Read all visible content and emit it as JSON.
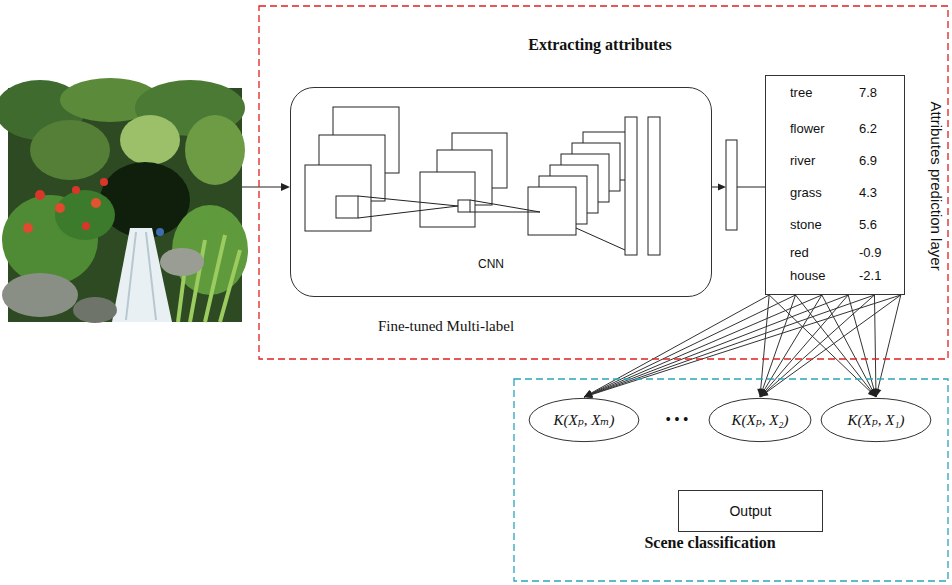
{
  "diagram": {
    "nodes": [
      {
        "text": [
          "Extracting attributes"
        ]
      },
      {
        "text": [
          "CNN",
          "Fine-tuned Multi-label"
        ],
        "in": 0
      },
      {
        "text": [
          "tree",
          "7.8",
          "flower",
          "6.2",
          "river",
          "6.9",
          "grass",
          "4.3",
          "stone",
          "5.6",
          "red",
          "-0.9",
          "house",
          "-2.1",
          "Attributes prediction layer"
        ],
        "in": 0
      },
      {
        "text": [
          "Scene classification"
        ]
      },
      {
        "text": [
          "K(Xₚ, Xₘ)"
        ],
        "in": 3
      },
      {
        "text": [
          "K(Xₚ, X₂)"
        ],
        "in": 3
      },
      {
        "text": [
          "K(Xₚ, X₁)"
        ],
        "in": 3
      },
      {
        "text": [
          "Output"
        ],
        "in": 3
      }
    ],
    "edges": [
      {
        "from": 2,
        "to": 4,
        "arrow": "to"
      },
      {
        "from": 2,
        "to": 5,
        "arrow": "to"
      },
      {
        "from": 2,
        "to": 6,
        "arrow": "to"
      }
    ],
    "labels": [
      "• • •"
    ]
  }
}
